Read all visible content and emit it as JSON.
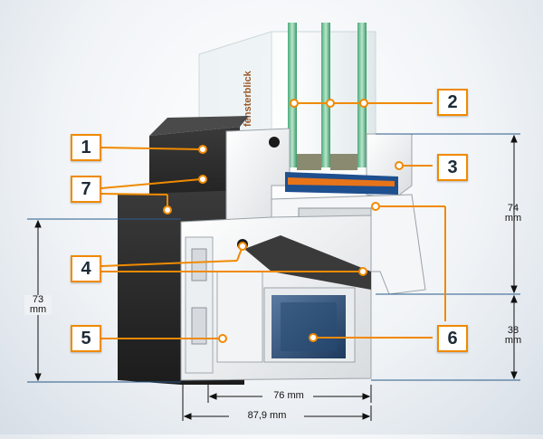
{
  "brand": {
    "logo_text": "fensterblick",
    "accent_color": "#f08a00",
    "dim_line_color": "#2a5a8a"
  },
  "callouts": [
    {
      "id": "1",
      "number": "1"
    },
    {
      "id": "2",
      "number": "2"
    },
    {
      "id": "3",
      "number": "3"
    },
    {
      "id": "4",
      "number": "4"
    },
    {
      "id": "5",
      "number": "5"
    },
    {
      "id": "6",
      "number": "6"
    },
    {
      "id": "7",
      "number": "7"
    }
  ],
  "dimensions": {
    "sash_height": {
      "value": "74",
      "unit": "mm"
    },
    "lower_height": {
      "value": "38",
      "unit": "mm"
    },
    "frame_height": {
      "value": "73",
      "unit": "mm"
    },
    "frame_depth": {
      "label": "76 mm"
    },
    "total_depth": {
      "label": "87,9 mm"
    }
  }
}
